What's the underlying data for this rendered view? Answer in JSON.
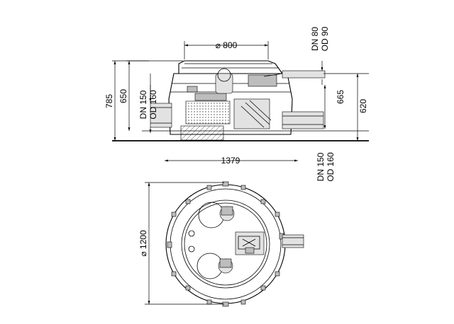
{
  "dimensions": {
    "diameter_top": "⌀ 800",
    "height_total": "785",
    "height_inlet": "650",
    "height_outlet": "665",
    "height_outlet_lower": "620",
    "width_total": "1379",
    "diameter_plan": "⌀ 1200"
  },
  "pipes": {
    "outlet_top_dn": "DN 80",
    "outlet_top_od": "OD 90",
    "inlet_left_dn": "DN 150",
    "inlet_left_od": "OD 160",
    "inlet_right_dn": "DN 150",
    "inlet_right_od": "OD 160"
  }
}
